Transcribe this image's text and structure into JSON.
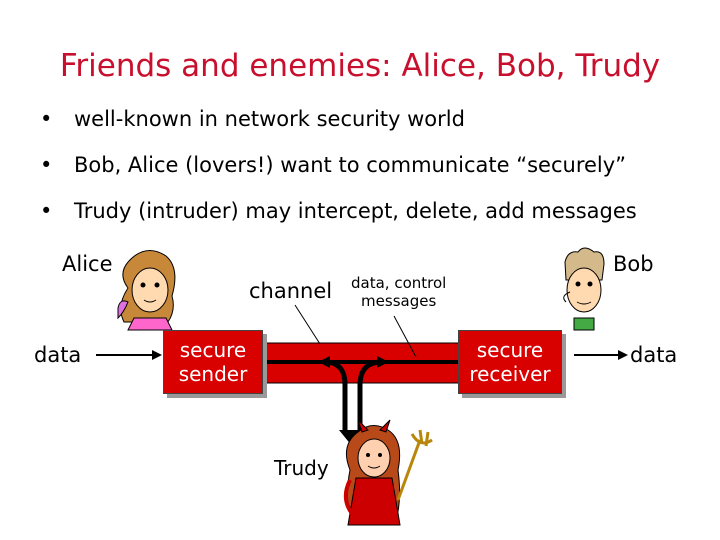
{
  "title": "Friends and enemies: Alice, Bob, Trudy",
  "bullets": [
    "well-known in network security world",
    "Bob, Alice (lovers!) want to communicate “securely”",
    "Trudy (intruder) may intercept, delete, add messages"
  ],
  "diagram": {
    "alice_label": "Alice",
    "bob_label": "Bob",
    "trudy_label": "Trudy",
    "channel_label": "channel",
    "channel_note": "data, control\nmessages",
    "data_in_label": "data",
    "data_out_label": "data",
    "sender_label": "secure\nsender",
    "receiver_label": "secure\nreceiver"
  },
  "colors": {
    "title": "#c8102e",
    "box": "#d90000",
    "box_text": "#ffffff"
  },
  "icons": {
    "alice": "alice-avatar-icon",
    "bob": "bob-avatar-icon",
    "trudy": "trudy-devil-icon"
  }
}
